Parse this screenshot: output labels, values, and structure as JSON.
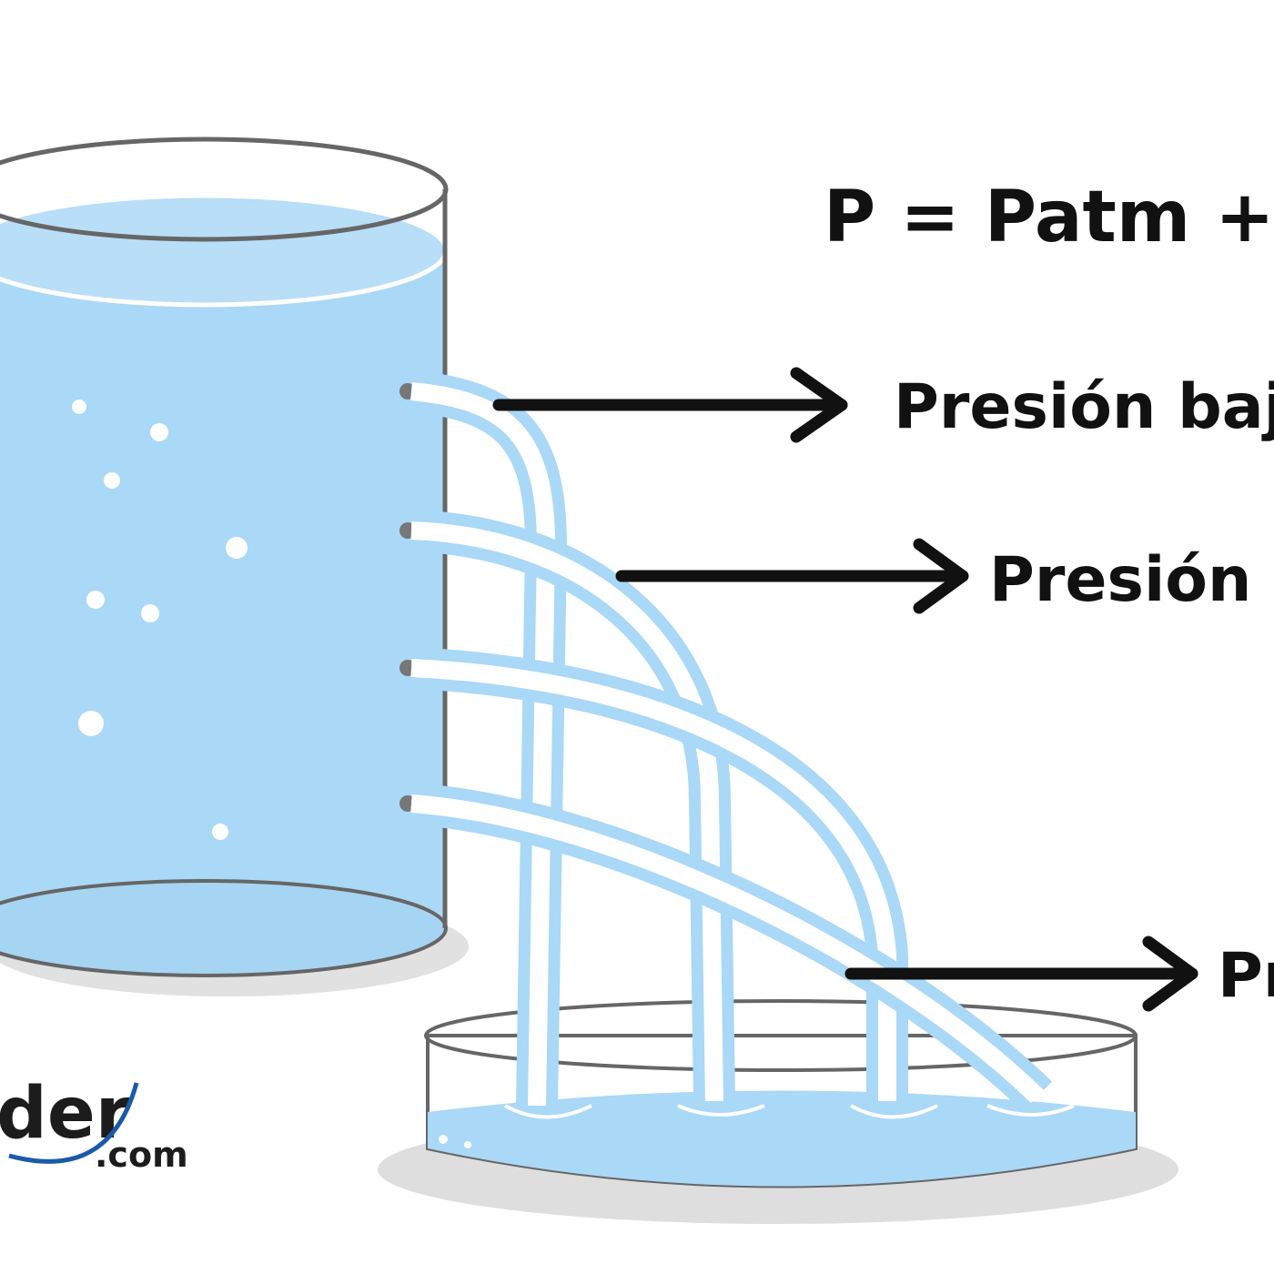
{
  "formula": "P = Patm + ρ",
  "labels": {
    "top": "Presión baj",
    "middle": "Presión m",
    "bottom": "Pr"
  },
  "logo": {
    "wordmark": "der",
    "suffix": ".com"
  },
  "colors": {
    "water": "#aad8f7",
    "water_light": "#cfe9fb",
    "outline": "#666666",
    "arrow": "#111111",
    "text": "#111111"
  }
}
